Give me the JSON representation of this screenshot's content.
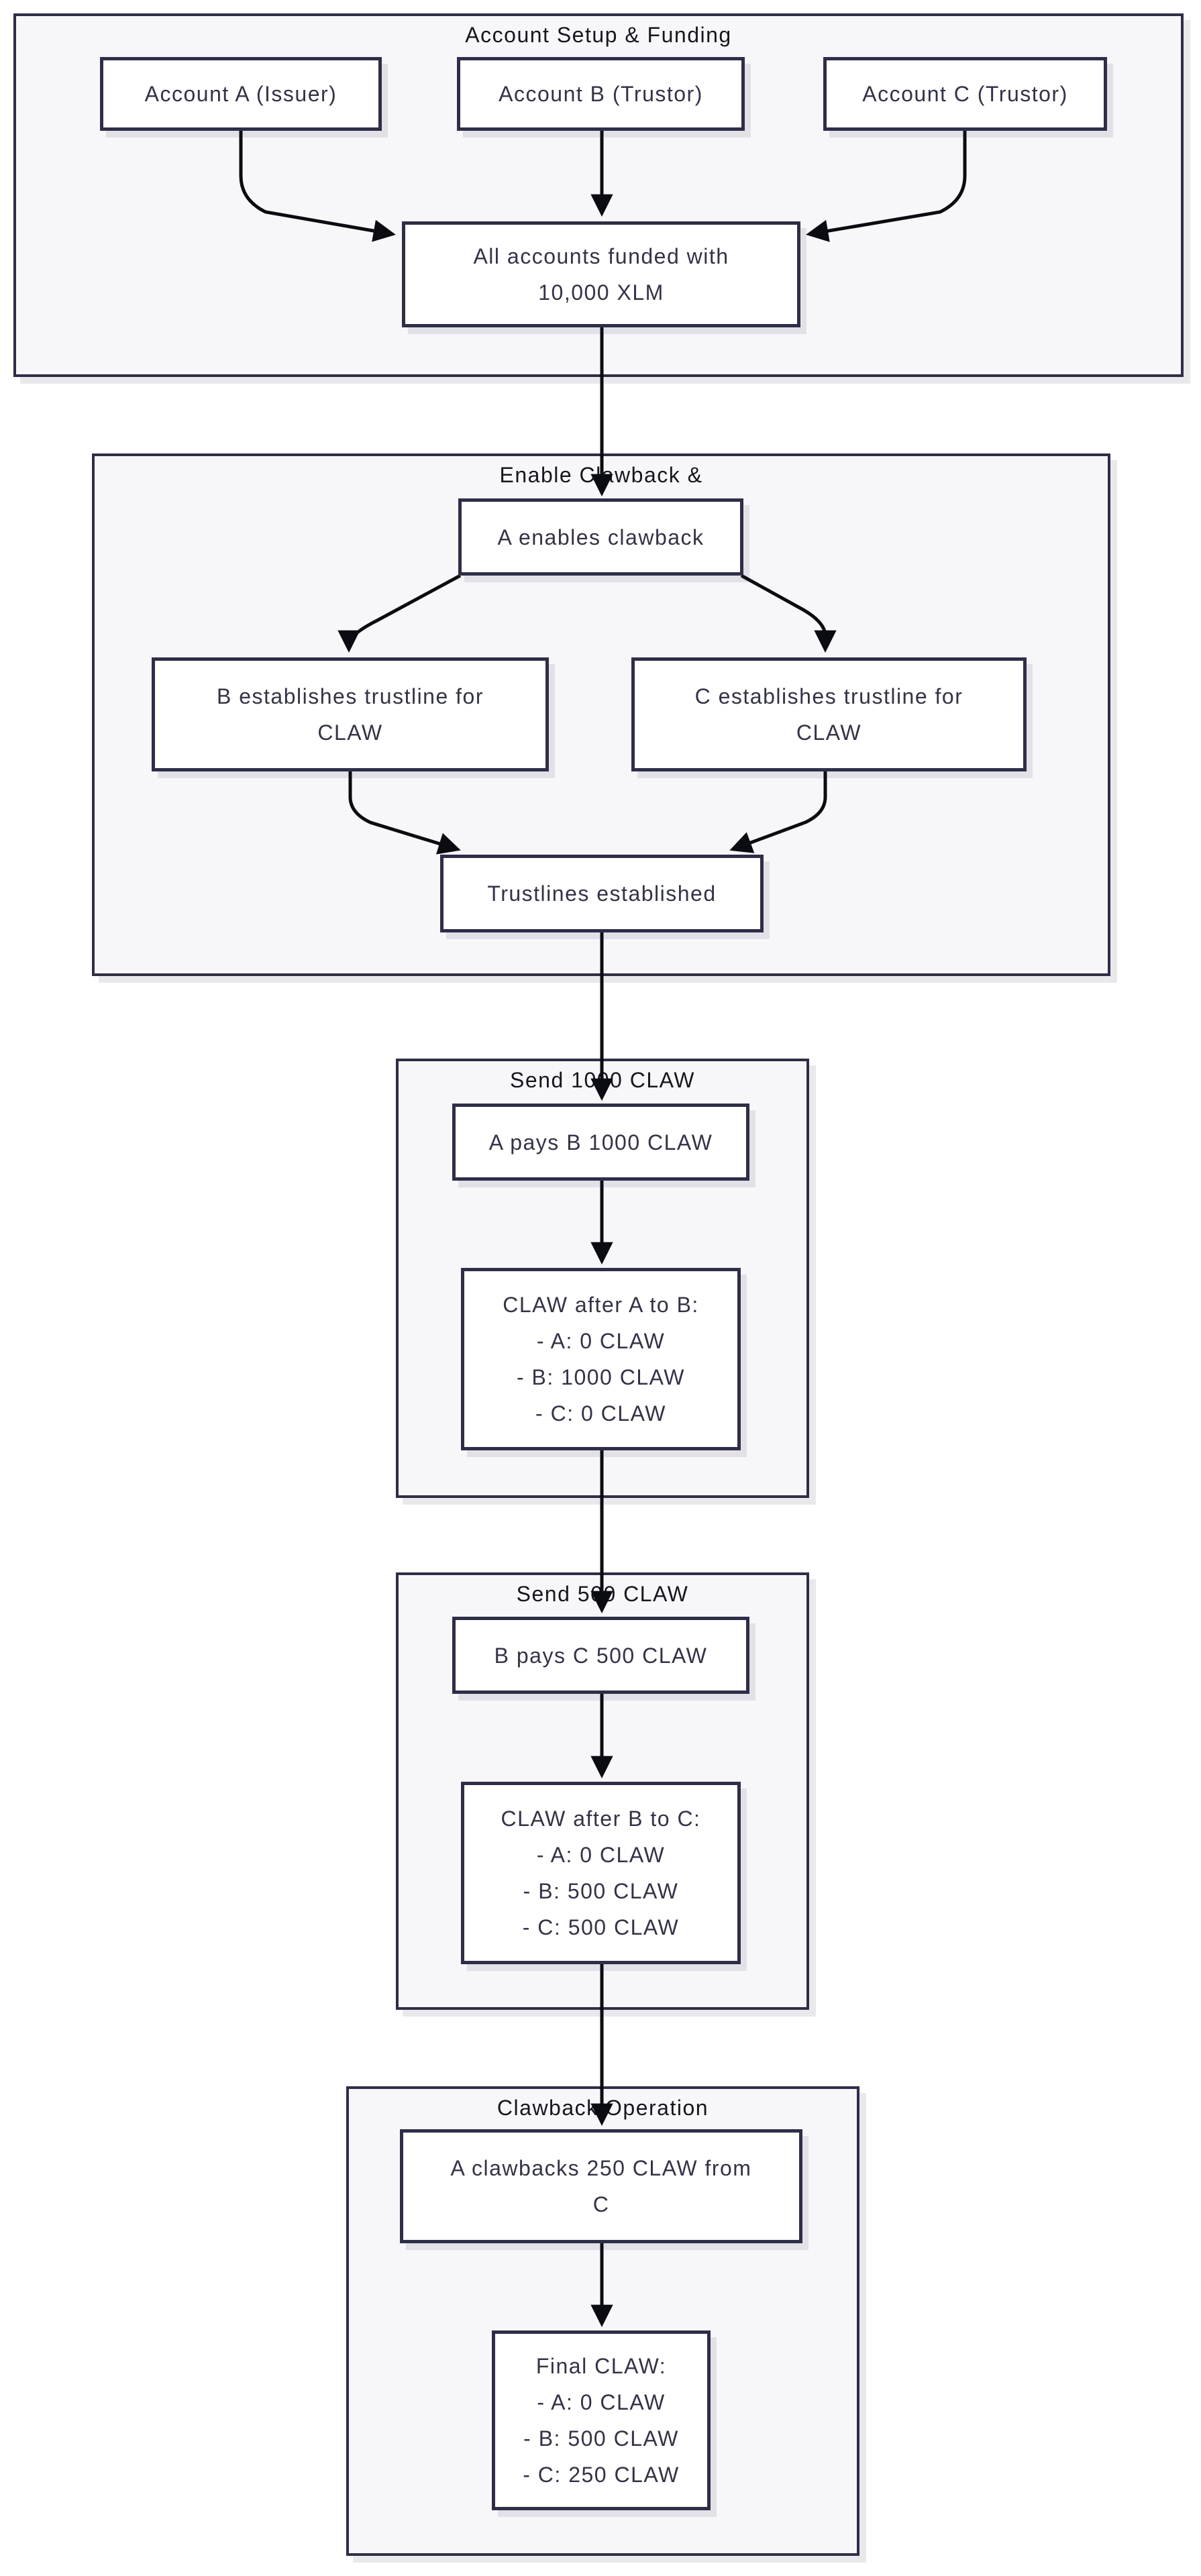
{
  "colors": {
    "canvas_bg": "#ffffff",
    "section_bg": "#f7f7fa",
    "section_border": "#2e2e48",
    "node_bg": "#ffffff",
    "node_border": "#2e2e48",
    "node_text": "#333347",
    "title_text": "#16161f",
    "arrow_color": "#0b0b12",
    "shadow_color": "rgba(40,40,70,0.10)"
  },
  "sections": [
    {
      "title": "Account Setup & Funding"
    },
    {
      "title": "Enable Clawback &"
    },
    {
      "title": "Send 1000 CLAW"
    },
    {
      "title": "Send 500 CLAW"
    },
    {
      "title": "Clawback Operation"
    }
  ],
  "nodes": {
    "account_a": {
      "lines": [
        "Account A (Issuer)"
      ]
    },
    "account_b": {
      "lines": [
        "Account B (Trustor)"
      ]
    },
    "account_c": {
      "lines": [
        "Account C (Trustor)"
      ]
    },
    "funded": {
      "lines": [
        "All accounts funded with",
        "10,000 XLM"
      ]
    },
    "enables_clawback": {
      "lines": [
        "A enables clawback"
      ]
    },
    "trustline_b": {
      "lines": [
        "B establishes trustline for",
        "CLAW"
      ]
    },
    "trustline_c": {
      "lines": [
        "C establishes trustline for",
        "CLAW"
      ]
    },
    "trustlines_established": {
      "lines": [
        "Trustlines established"
      ]
    },
    "pays_ab": {
      "lines": [
        "A pays B 1000 CLAW"
      ]
    },
    "claw_after_ab": {
      "lines": [
        "CLAW after A to B:",
        "- A: 0 CLAW",
        "- B: 1000 CLAW",
        "- C: 0 CLAW"
      ]
    },
    "pays_bc": {
      "lines": [
        "B pays C 500 CLAW"
      ]
    },
    "claw_after_bc": {
      "lines": [
        "CLAW after B to C:",
        "- A: 0 CLAW",
        "- B: 500 CLAW",
        "- C: 500 CLAW"
      ]
    },
    "clawback_250": {
      "lines": [
        "A clawbacks 250 CLAW from",
        "C"
      ]
    },
    "final_claw": {
      "lines": [
        "Final CLAW:",
        "- A: 0 CLAW",
        "- B: 500 CLAW",
        "- C: 250 CLAW"
      ]
    }
  }
}
